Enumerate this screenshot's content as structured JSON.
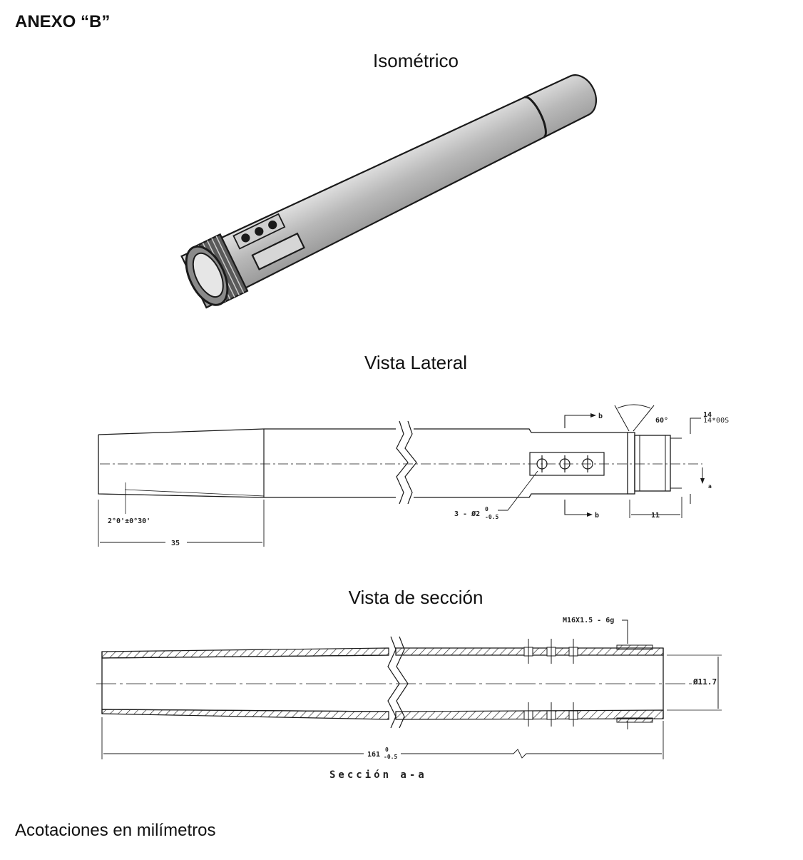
{
  "annex_title": "ANEXO “B”",
  "views": {
    "isometric": {
      "title": "Isométrico"
    },
    "lateral": {
      "title": "Vista Lateral",
      "labels": {
        "angle_taper": "2°0'±0°30'",
        "length_35": "35",
        "holes": "3 - Ø2",
        "holes_tol_upper": "0",
        "holes_tol_lower": "-0.5",
        "section_b_top": "b",
        "section_b_bottom": "b",
        "angle_60": "60°",
        "dim_11": "11",
        "dim_14": "14",
        "dim_14_tol": "14*00S",
        "section_a": "a"
      }
    },
    "section": {
      "title": "Vista de sección",
      "labels": {
        "thread": "M16X1.5 - 6g",
        "diameter": "Ø11.7",
        "length_161": "161",
        "length_tol_upper": "0",
        "length_tol_lower": "-0.5",
        "section_name": "Sección a-a"
      }
    }
  },
  "footer_note": "Acotaciones en milímetros",
  "colors": {
    "line": "#1a1a1a",
    "shade": "#bdbdbd",
    "background": "#ffffff"
  }
}
